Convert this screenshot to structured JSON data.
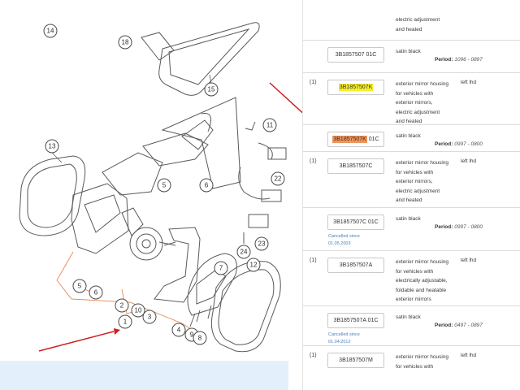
{
  "diagram": {
    "callouts": [
      "14",
      "18",
      "15",
      "13",
      "11",
      "22",
      "6",
      "5",
      "24",
      "23",
      "12",
      "7",
      "2",
      "10",
      "3",
      "1",
      "4",
      "9",
      "8",
      "5",
      "6"
    ],
    "info_bar": ""
  },
  "table": {
    "top_fragment": {
      "description": [
        "electric adjustment",
        "and heated"
      ]
    },
    "period_label": "Period:",
    "rows": [
      {
        "part_no": "3B1857507 01C",
        "color": "satin black",
        "period": "1096 - 0897"
      },
      {
        "index": "(1)",
        "part_no": "3B1857507K",
        "description": [
          "exterior mirror housing",
          "for vehicles with",
          "exterior mirrors,",
          "electric adjustment",
          "and heated"
        ],
        "side": "left lhd"
      },
      {
        "part_no_main": "3B1857507K",
        "part_no_suffix": " 01C",
        "color": "satin black",
        "period": "0997 - 0800"
      },
      {
        "index": "(1)",
        "part_no": "3B1857507C",
        "description": [
          "exterior mirror housing",
          "for vehicles with",
          "exterior mirrors,",
          "electric adjustment",
          "and heated"
        ],
        "side": "left lhd"
      },
      {
        "part_no": "3B1857507C 01C",
        "cancelled": [
          "Cancelled since",
          "01.05.2003"
        ],
        "color": "satin black",
        "period": "0997 - 0800"
      },
      {
        "index": "(1)",
        "part_no": "3B1857507A",
        "description": [
          "exterior mirror housing",
          "for vehicles with",
          "electrically adjustable,",
          "foldable and heatable",
          "exterior mirrors"
        ],
        "side": "left lhd"
      },
      {
        "part_no": "3B1857507A 01C",
        "cancelled": [
          "Cancelled since",
          "01.04.2012"
        ],
        "color": "satin black",
        "period": "0497 - 0897"
      },
      {
        "index": "(1)",
        "part_no": "3B1857507M",
        "description": [
          "exterior mirror housing",
          "for vehicles with"
        ],
        "side": "left lhd"
      }
    ]
  }
}
